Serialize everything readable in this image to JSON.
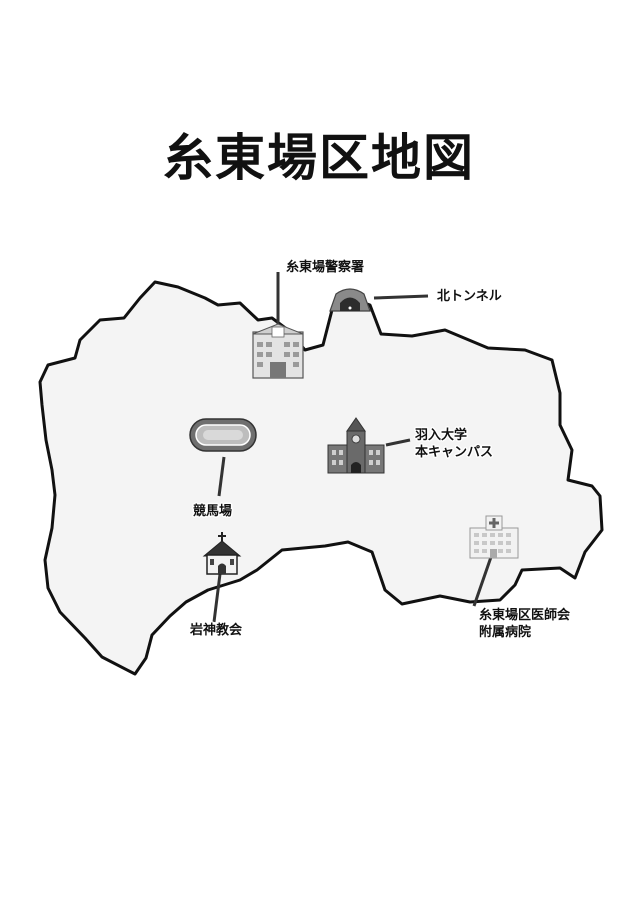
{
  "map": {
    "title": "糸東場区地図",
    "landmarks": {
      "police": {
        "label": "糸東場警察署",
        "icon": "police-station-icon"
      },
      "tunnel": {
        "label": "北トンネル",
        "icon": "tunnel-icon"
      },
      "university": {
        "label_line1": "羽入大学",
        "label_line2": "本キャンパス",
        "icon": "university-clock-tower-icon"
      },
      "racecourse": {
        "label": "競馬場",
        "icon": "racetrack-icon"
      },
      "church": {
        "label": "岩神教会",
        "icon": "church-icon"
      },
      "hospital": {
        "label_line1": "糸東場区医師会",
        "label_line2": "附属病院",
        "icon": "hospital-icon"
      }
    }
  }
}
